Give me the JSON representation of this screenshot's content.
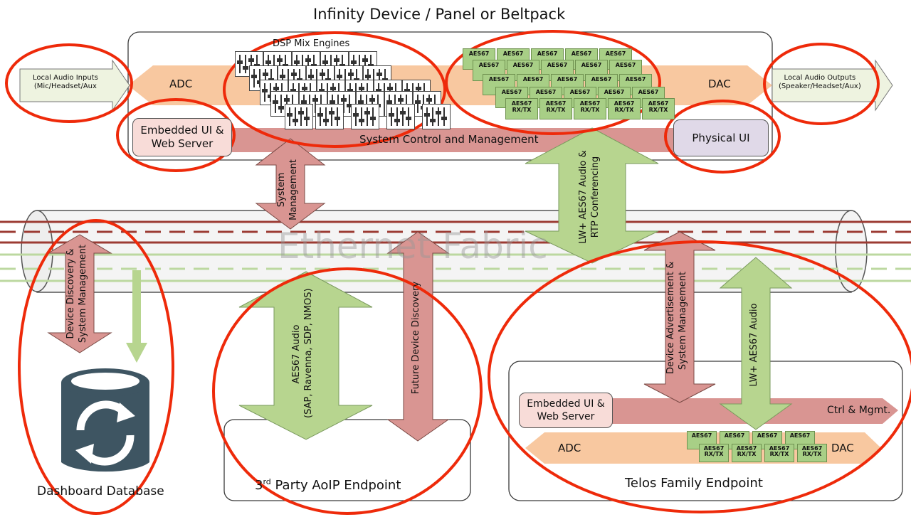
{
  "title": "Infinity Device / Panel or Beltpack",
  "top_device": {
    "dsp_label": "DSP Mix Engines",
    "adc_label": "ADC",
    "dac_label": "DAC",
    "local_inputs": "Local Audio Inputs\n(Mic/Headset/Aux",
    "local_outputs": "Local Audio Outputs\n(Speaker/Headset/Aux)",
    "embedded_ui": "Embedded UI &\nWeb Server",
    "system_control": "System Control and Management",
    "physical_ui": "Physical UI",
    "aes_module_line1": "AES67",
    "aes_module_line2": "RX/TX"
  },
  "fabric": {
    "label": "Ethernet Fabric"
  },
  "arrows": {
    "system_management": "System\nManagement",
    "lw_aes_rtp": "LW+ AES67 Audio &\nRTP Conferencing",
    "device_discovery": "Device Discovery &\nSystem Management",
    "aes67_audio": "AES67 Audio\n(SAP, Ravenna, SDP, NMOS)",
    "future_discovery": "Future Device Discovery",
    "device_advert": "Device Advertisement &\nSystem Management",
    "lw_aes_audio": "LW+ AES67 Audio"
  },
  "endpoints": {
    "dashboard": "Dashboard Database",
    "third_party_sup": "rd",
    "third_party_pre": "3",
    "third_party": " Party AoIP Endpoint",
    "telos": "Telos Family Endpoint",
    "telos_embedded_ui": "Embedded UI &\nWeb Server",
    "telos_ctrl": "Ctrl & Mgmt.",
    "telos_adc": "ADC",
    "telos_dac": "DAC"
  },
  "colors": {
    "orange": "#f8c8a0",
    "red_arrow": "#d99592",
    "green_arrow": "#b7d58f",
    "highlight": "#ee2a0a",
    "db_icon": "#3e5562",
    "lavender": "#e0d9e8",
    "pink_box": "#f8dcd8"
  }
}
